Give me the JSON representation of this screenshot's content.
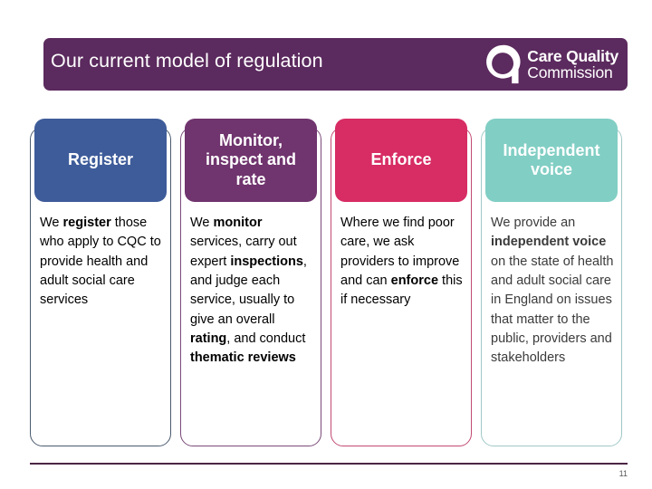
{
  "slide": {
    "title": "Our current model of regulation",
    "page_number": "11",
    "colors": {
      "title_bar": "#5B2A5E",
      "register": "#3E5C9A",
      "monitor": "#70346E",
      "enforce": "#D72C64",
      "independent_voice": "#81CEC4",
      "footer_rule": "#4B2545"
    }
  },
  "logo": {
    "icon": "cqc-q-magnifier-logo",
    "line1": "Care Quality",
    "line2": "Commission"
  },
  "columns": [
    {
      "heading": "Register",
      "body_runs": [
        {
          "text": "We ",
          "bold": false
        },
        {
          "text": "register",
          "bold": true
        },
        {
          "text": " those who apply to CQC to provide health and adult social care services",
          "bold": false
        }
      ]
    },
    {
      "heading": "Monitor, inspect and rate",
      "body_runs": [
        {
          "text": "We ",
          "bold": false
        },
        {
          "text": "monitor",
          "bold": true
        },
        {
          "text": " services, carry out expert ",
          "bold": false
        },
        {
          "text": "inspections",
          "bold": true
        },
        {
          "text": ", and judge each service, usually to give an overall ",
          "bold": false
        },
        {
          "text": "rating",
          "bold": true
        },
        {
          "text": ", and conduct ",
          "bold": false
        },
        {
          "text": "thematic reviews",
          "bold": true
        }
      ]
    },
    {
      "heading": "Enforce",
      "body_runs": [
        {
          "text": "Where we find poor care, we ask providers to improve and can ",
          "bold": false
        },
        {
          "text": "enforce",
          "bold": true
        },
        {
          "text": " this if necessary",
          "bold": false
        }
      ]
    },
    {
      "heading": "Independent voice",
      "body_runs": [
        {
          "text": "We provide an ",
          "bold": false
        },
        {
          "text": "independent voice",
          "bold": true
        },
        {
          "text": " on the state of health and adult social care in England on issues that matter to the public, providers and stakeholders",
          "bold": false
        }
      ]
    }
  ]
}
